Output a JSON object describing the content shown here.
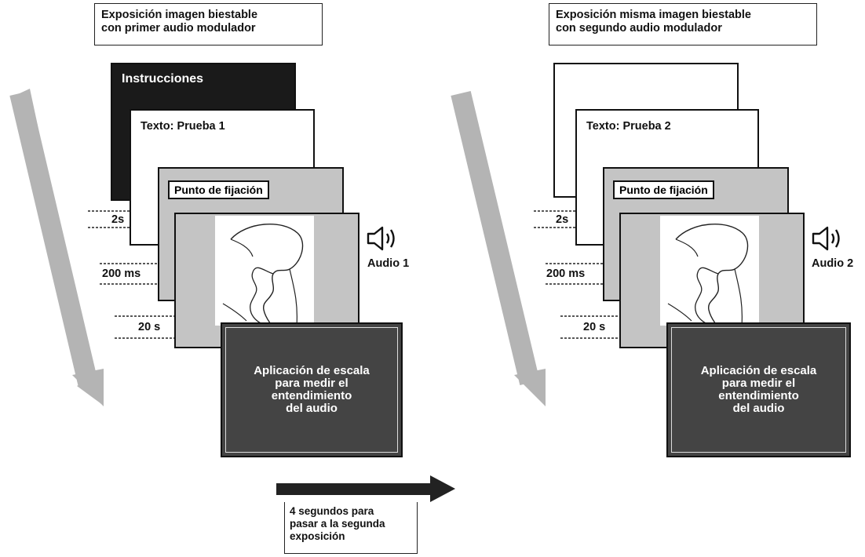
{
  "panels": [
    {
      "title": "Exposición imagen biestable\ncon primer audio modulador",
      "instructions": "Instrucciones",
      "text_screen": "Texto: Prueba 1",
      "fixation": "Punto de fijación",
      "time_1": "2s",
      "time_2": "200 ms",
      "time_3": "20 s",
      "audio": "Audio 1",
      "scale": "Aplicación de escala\npara medir el\nentendimiento\ndel audio"
    },
    {
      "title": "Exposición misma imagen biestable\ncon segundo audio modulador",
      "instructions": "",
      "text_screen": "Texto: Prueba 2",
      "fixation": "Punto de fijación",
      "time_1": "2s",
      "time_2": "200 ms",
      "time_3": "20 s",
      "audio": "Audio 2",
      "scale": "Aplicación de escala\npara medir el\nentendimiento\ndel audio"
    }
  ],
  "transition_note": "4 segundos para\npasar a la segunda\nexposición",
  "icons": [
    "speaker-icon",
    "flow-arrow",
    "transition-arrow"
  ]
}
